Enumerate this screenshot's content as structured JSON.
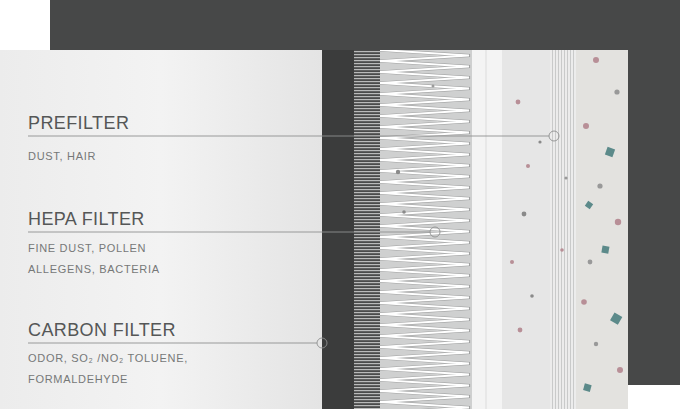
{
  "diagram": {
    "labels": [
      "PREFILTER",
      "DUST, HAIR",
      "HEPA FILTER",
      "FINE DUST, POLLEN ALLEGENS, BACTERIA",
      "CARBON FILTER",
      "ODOR, SO₂ /NO₂ TOLUENE, FORMALDEHYDE"
    ]
  }
}
